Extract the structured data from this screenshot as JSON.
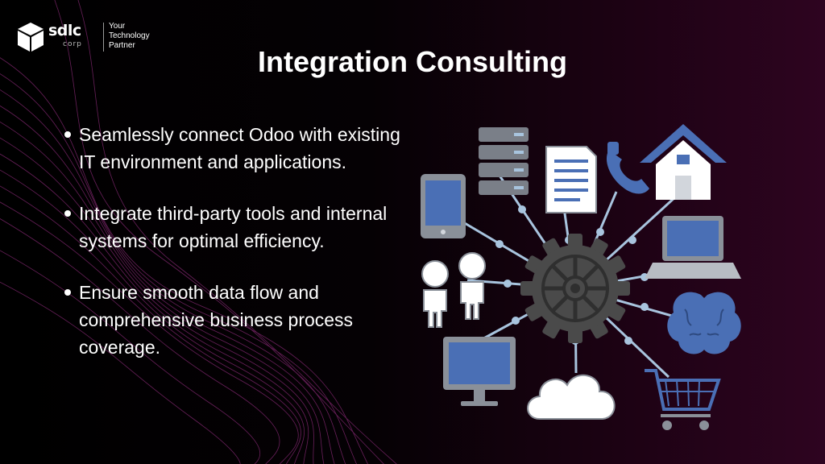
{
  "brand": {
    "name": "sdlc",
    "sub": "corp",
    "tagline": [
      "Your",
      "Technology",
      "Partner"
    ]
  },
  "title": "Integration Consulting",
  "bullets": [
    "Seamlessly connect Odoo with existing IT environment and applications.",
    "Integrate third-party tools and internal systems for optimal efficiency.",
    "Ensure smooth data flow and comprehensive business process coverage."
  ],
  "illustration": {
    "hub": "gear-icon",
    "nodes": [
      "server-icon",
      "document-icon",
      "phone-icon",
      "house-icon",
      "tablet-icon",
      "people-icon",
      "laptop-icon",
      "brain-icon",
      "monitor-icon",
      "cloud-icon",
      "shopping-cart-icon"
    ]
  },
  "colors": {
    "background": "#000000",
    "background_right": "#2e0420",
    "accent_lines": "#8a2a77",
    "icon_blue": "#4a6fb5",
    "icon_gray": "#4a4a4a",
    "connector": "#a8c4de"
  }
}
